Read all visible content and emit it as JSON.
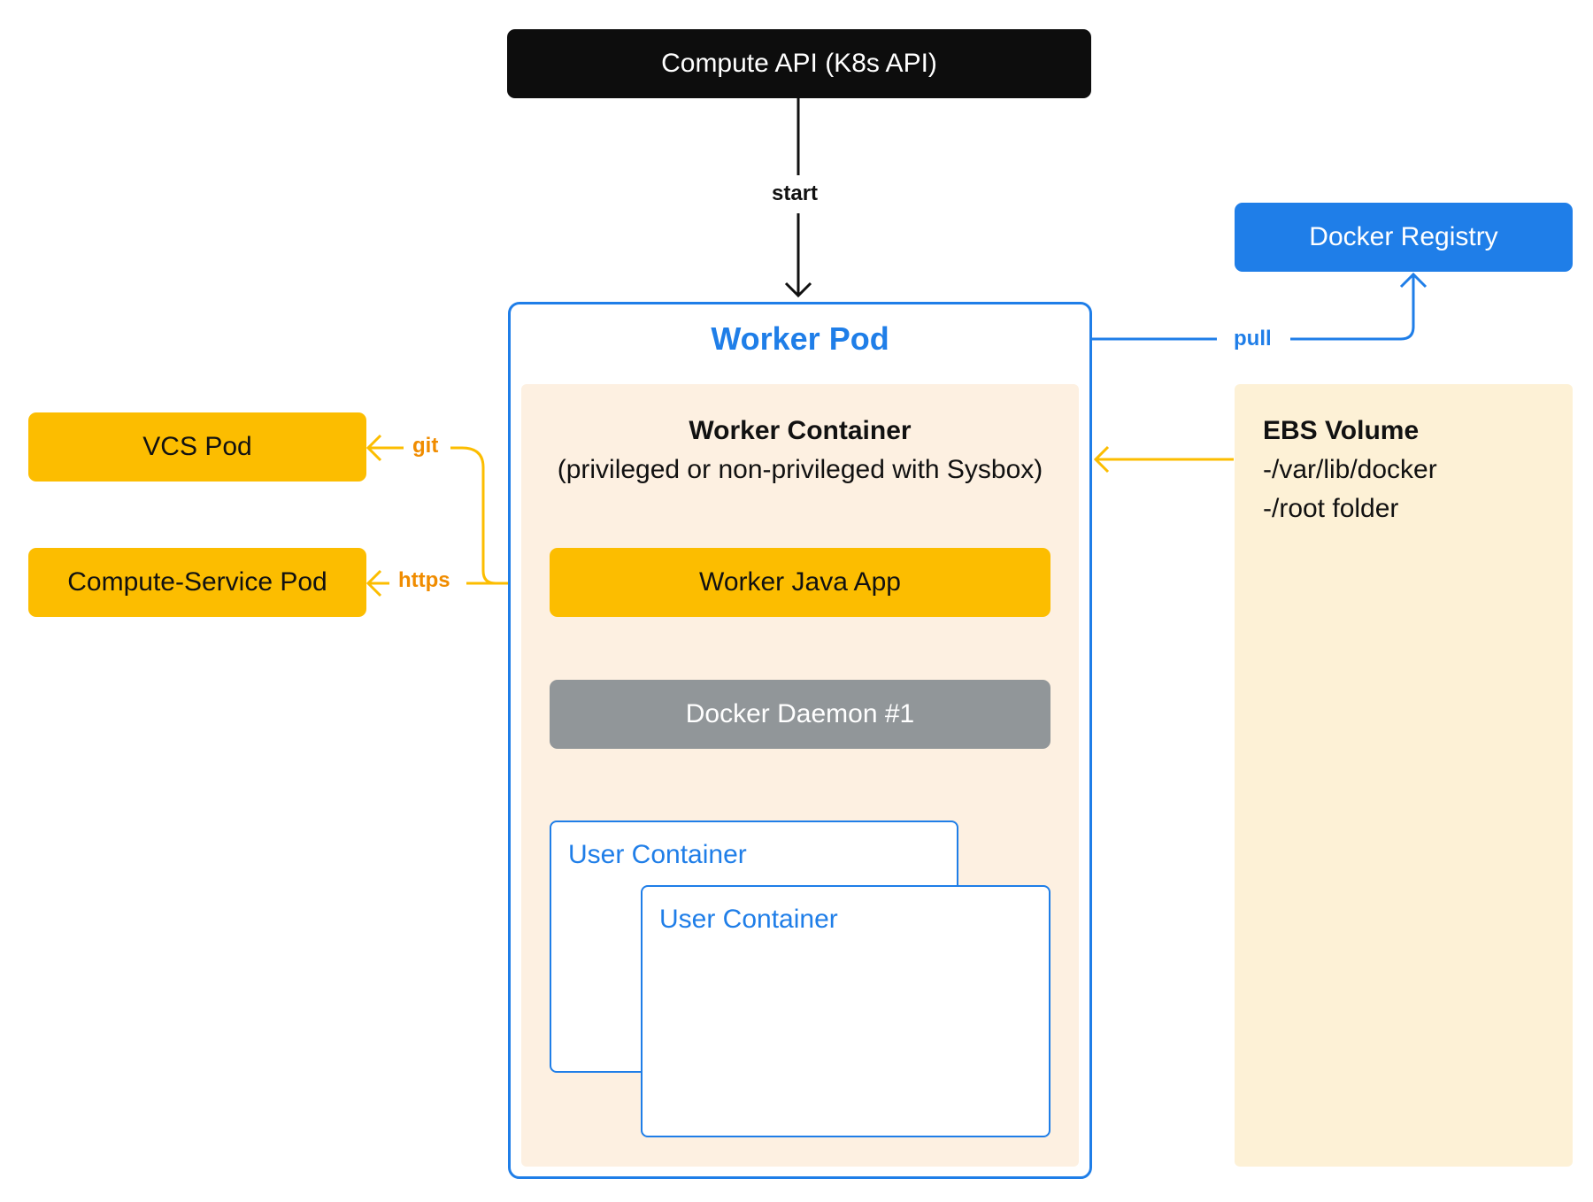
{
  "api": {
    "label": "Compute API (K8s API)"
  },
  "worker_pod": {
    "title": "Worker Pod",
    "container": {
      "title": "Worker Container",
      "subtitle": "(privileged or non-privileged with Sysbox)"
    },
    "java_app": "Worker Java App",
    "daemon": "Docker Daemon #1",
    "user_containers": [
      "User Container",
      "User Container"
    ]
  },
  "left_pods": {
    "vcs": "VCS Pod",
    "compute_service": "Compute-Service Pod"
  },
  "registry": {
    "label": "Docker Registry"
  },
  "ebs": {
    "title": "EBS Volume",
    "lines": [
      "-/var/lib/docker",
      "-/root folder"
    ]
  },
  "edges": {
    "start": "start",
    "pull": "pull",
    "git": "git",
    "https": "https"
  },
  "colors": {
    "black": "#0d0d0d",
    "blue": "#1f7ee8",
    "yellow": "#fcbd00",
    "orange_label": "#f08c00",
    "gray": "#919699",
    "container_bg": "#fdf0e1",
    "ebs_bg": "#fdf1d6"
  }
}
